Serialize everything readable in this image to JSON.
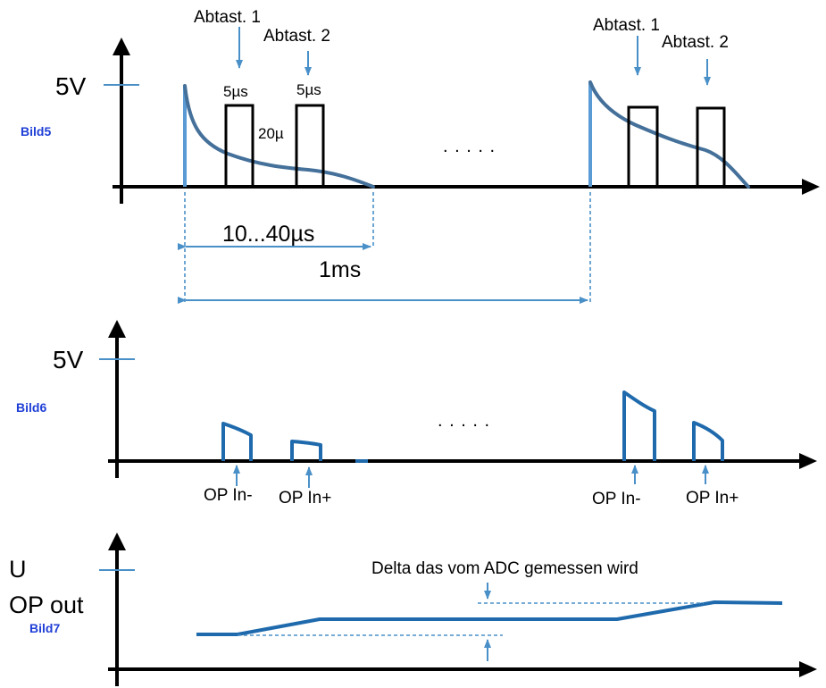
{
  "bild5": {
    "tag": "Bild5",
    "level": "5V",
    "sample1": "Abtast. 1",
    "sample2": "Abtast. 2",
    "pulse_width_1": "5µs",
    "pulse_width_2": "5µs",
    "gap": "20µ",
    "ellipsis": ". . . . .",
    "decay_span": "10...40µs",
    "period": "1ms"
  },
  "bild6": {
    "tag": "Bild6",
    "level": "5V",
    "ellipsis": ". . . . .",
    "op_in_minus": "OP In-",
    "op_in_plus": "OP In+"
  },
  "bild7": {
    "tag": "Bild7",
    "ylabel_u": "U",
    "ylabel_op": "OP out",
    "delta": "Delta das vom ADC gemessen wird"
  },
  "colors": {
    "signal": "#44709a",
    "signal_dark": "#1f6aad",
    "marker": "#4a90c8",
    "tag": "#1f3fd6"
  }
}
